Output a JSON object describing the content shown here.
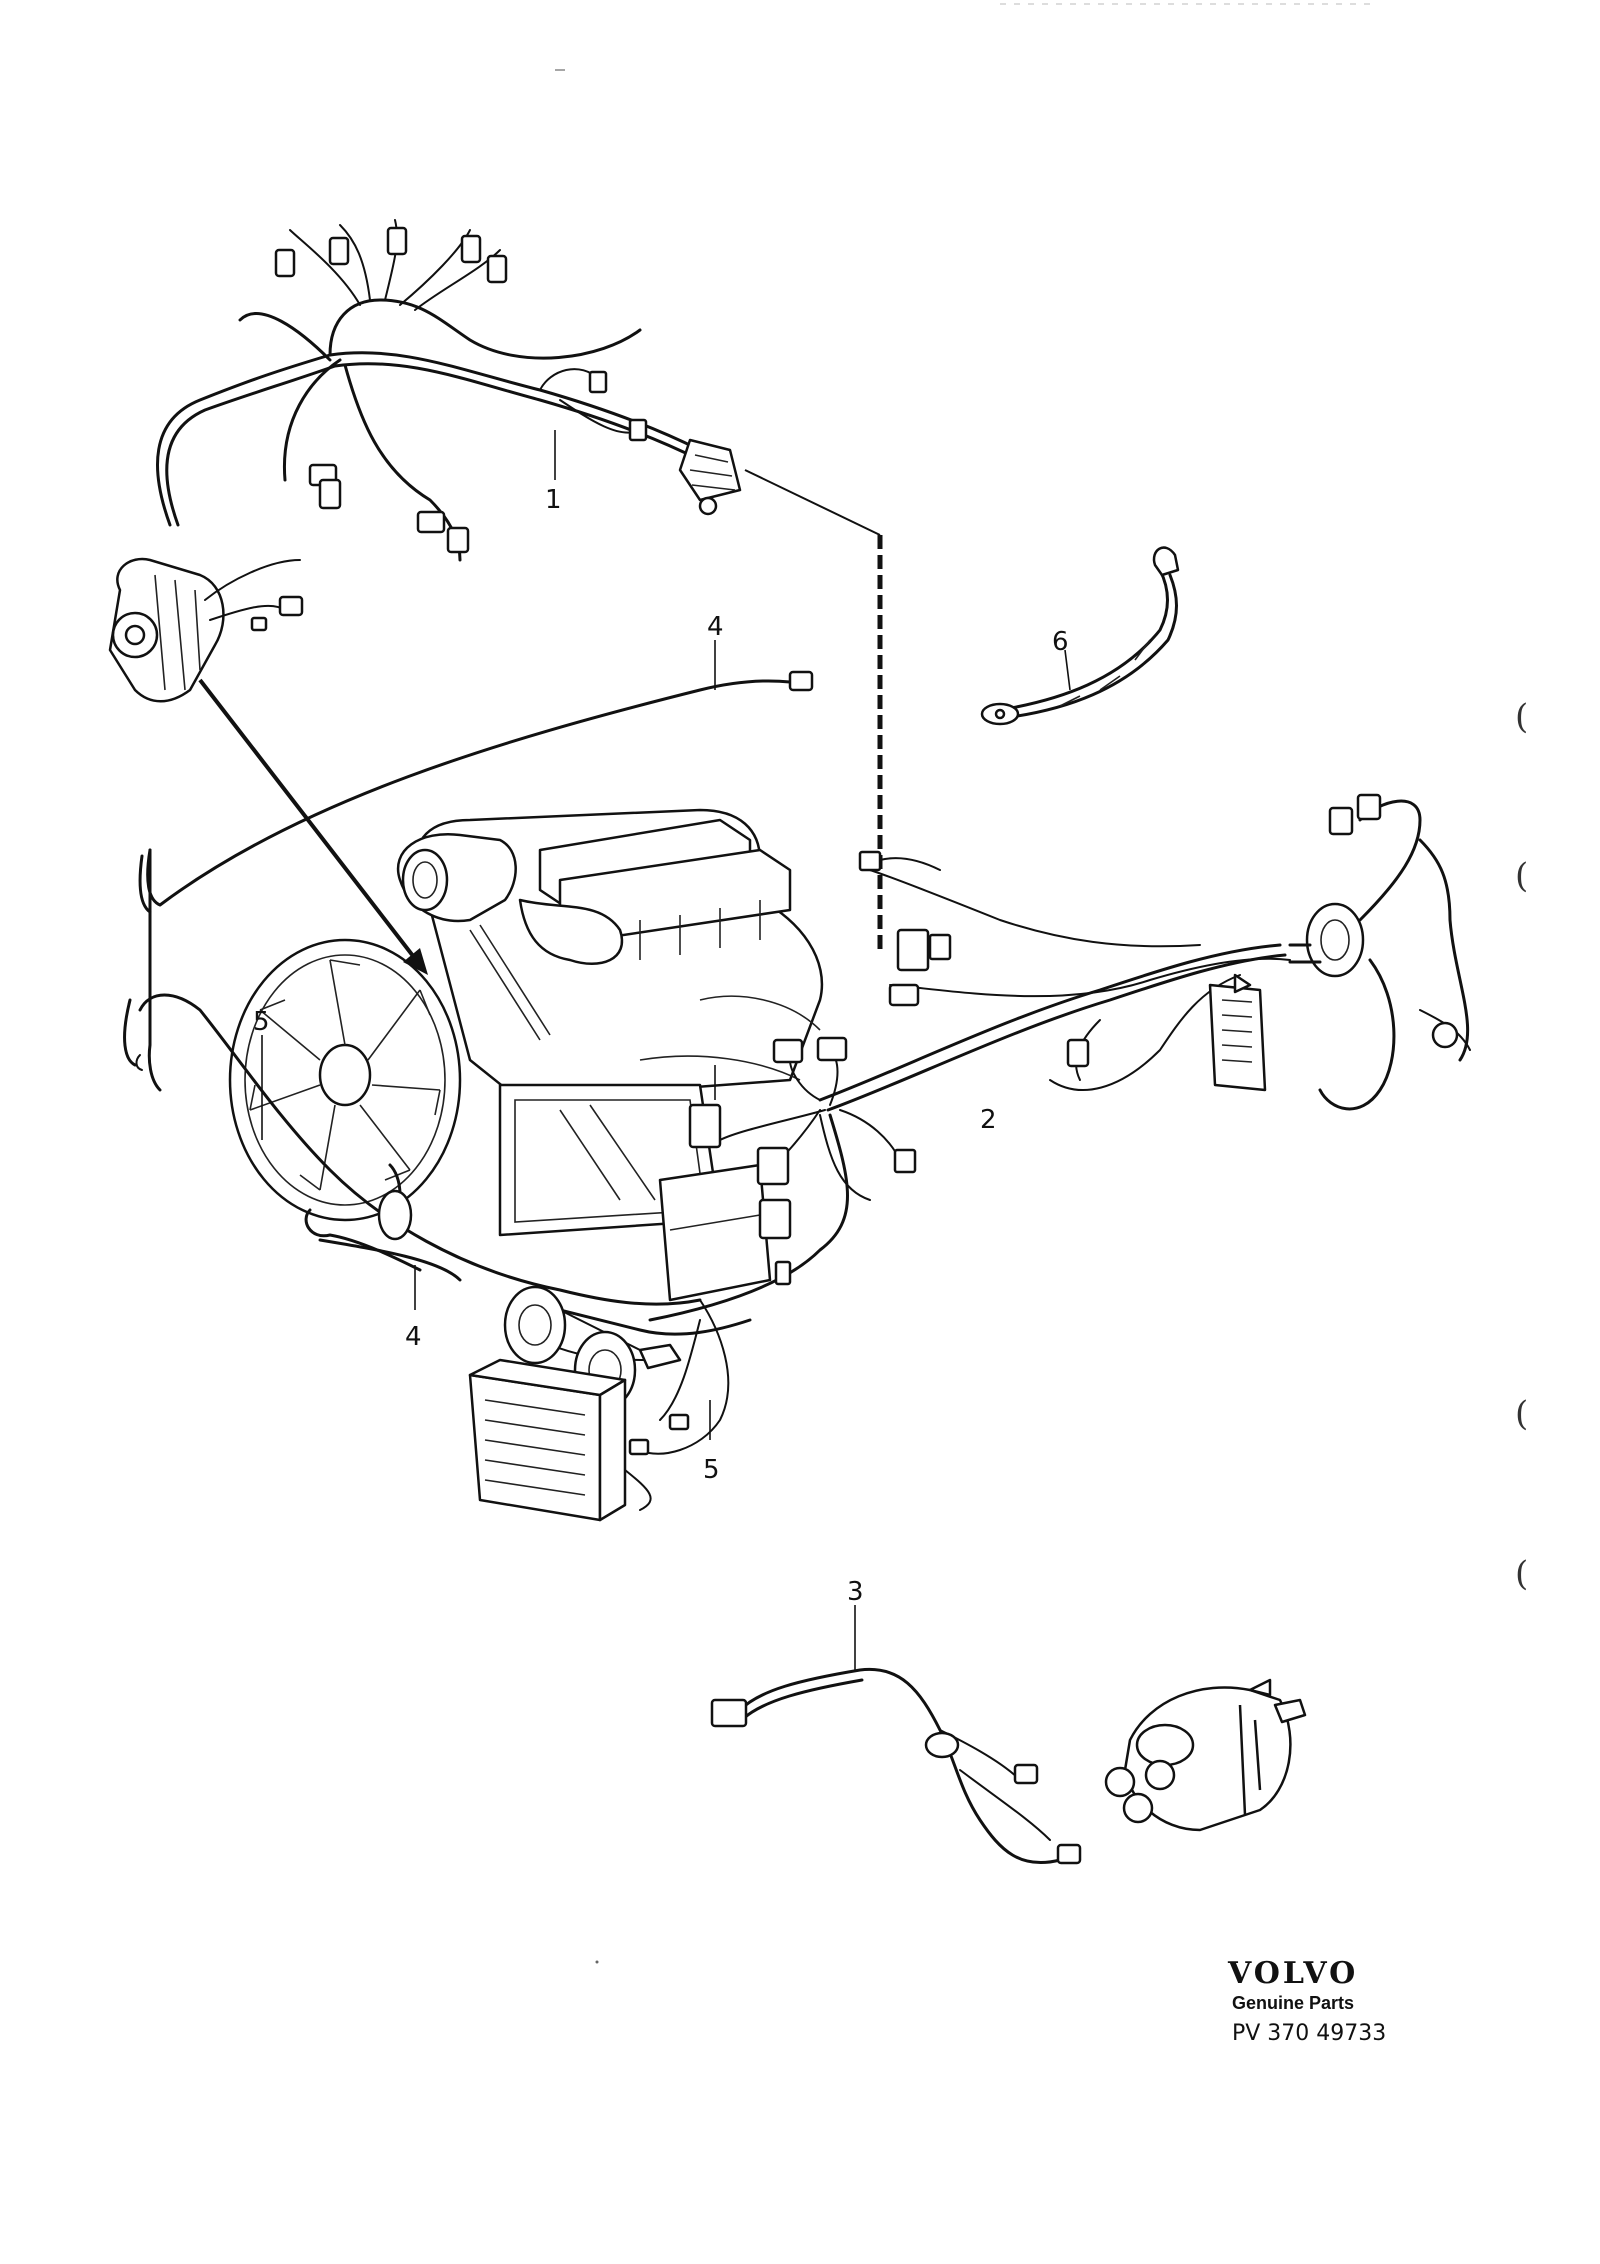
{
  "callouts": {
    "n1": "1",
    "n2": "2",
    "n3": "3",
    "n4a": "4",
    "n4b": "4",
    "n5a": "5",
    "n5b": "5",
    "n6": "6"
  },
  "margin_marks": {
    "m1": "(",
    "m2": "(",
    "m3": "(",
    "m4": "("
  },
  "brand": {
    "logo": "VOLVO",
    "tagline": "Genuine Parts",
    "reference": "PV 370 49733"
  }
}
